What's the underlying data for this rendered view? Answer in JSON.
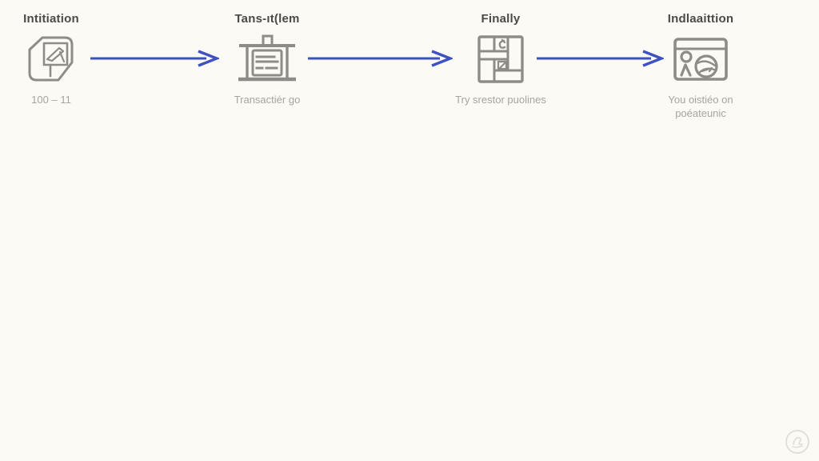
{
  "diagram": {
    "type": "horizontal-process-flow",
    "steps": [
      {
        "title": "Intitiation",
        "subtitle": "100 – 11",
        "icon": "contract-signature-icon"
      },
      {
        "title": "Tans-ıt(lem",
        "subtitle": "Transactiér go",
        "icon": "certificate-board-icon"
      },
      {
        "title": "Finally",
        "subtitle": "Try srestor puolines",
        "icon": "mosaic-grid-icon"
      },
      {
        "title": "Indlaaittion",
        "subtitle": "You oistiéo on poéateunic",
        "icon": "browser-user-globe-icon"
      }
    ],
    "connector": "right-arrow"
  },
  "watermark": {
    "icon": "circular-logo-watermark"
  },
  "colors": {
    "background": "#fbfaf5",
    "title": "#4a4a48",
    "subtitle": "#a8a49d",
    "icon": "#8d8c87",
    "arrow": "#3e51c1",
    "watermark": "#dcdcd5"
  }
}
